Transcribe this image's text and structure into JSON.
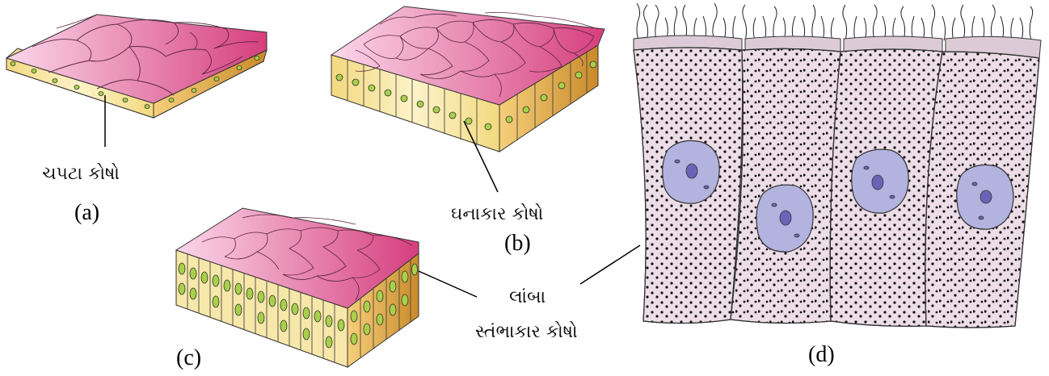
{
  "panels": {
    "a": {
      "letter": "(a)",
      "label": "ચપટા કોષો"
    },
    "b": {
      "letter": "(b)",
      "label": "ઘનાકાર કોષો"
    },
    "c": {
      "letter": "(c)",
      "label_line1": "લાંબા",
      "label_line2": "સ્તંભાકાર કોષો"
    },
    "d": {
      "letter": "(d)"
    }
  },
  "colors": {
    "top_surface_light": "#f8c6df",
    "top_surface_dark": "#d8407f",
    "cell_side": "#f7e6a6",
    "nucleus_green": "#9acb3a",
    "columnar_cytoplasm": "#ecdde6",
    "columnar_nucleus": "#b3b3df"
  }
}
